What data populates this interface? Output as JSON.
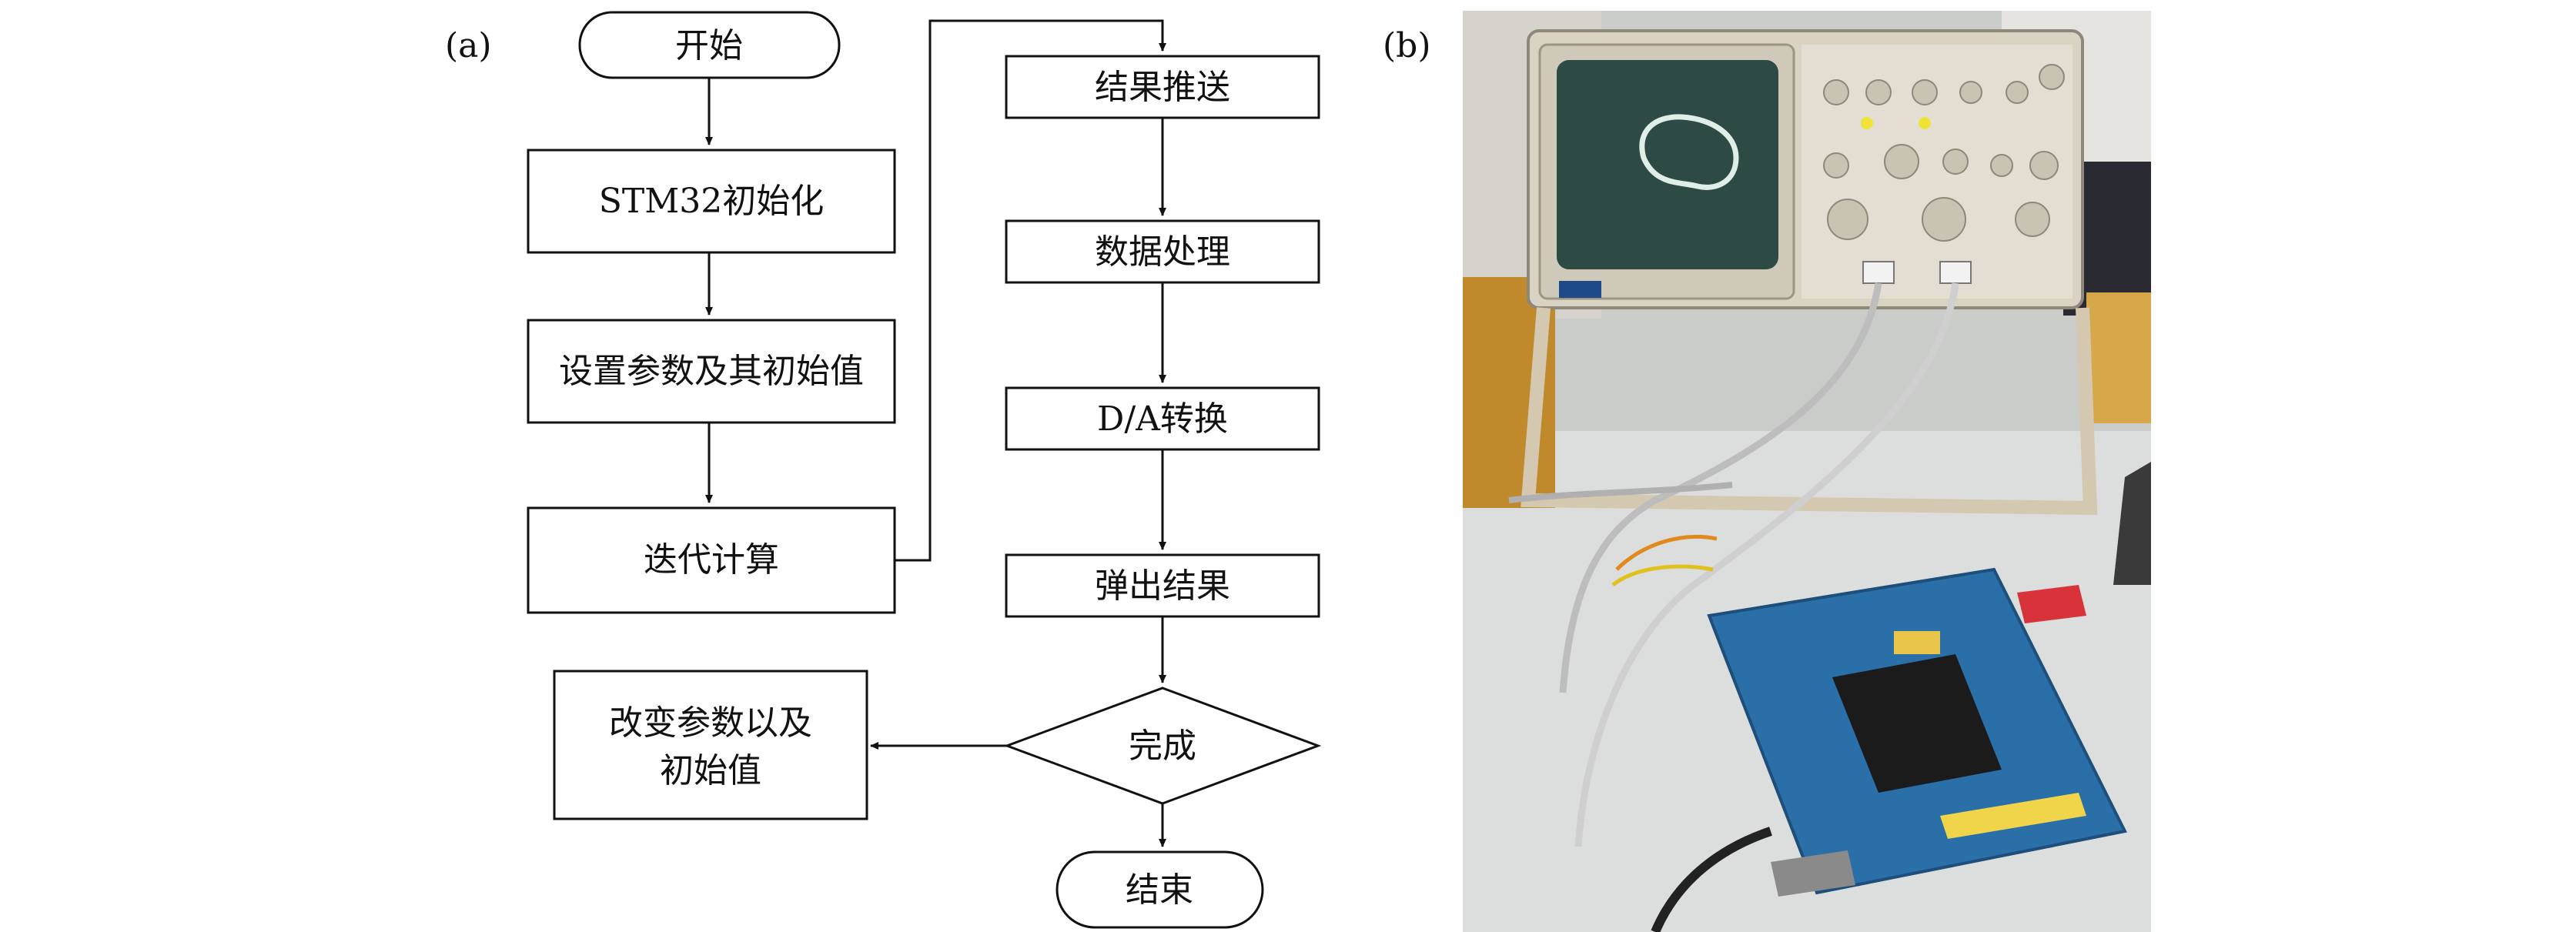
{
  "panels": {
    "a_label": "(a)",
    "b_label": "(b)"
  },
  "flowchart": {
    "start": "开始",
    "stm32_init": "STM32初始化",
    "set_params": "设置参数及其初始值",
    "iterate": "迭代计算",
    "push_result": "结果推送",
    "data_process": "数据处理",
    "da_convert": "D/A转换",
    "popup_result": "弹出结果",
    "done": "完成",
    "change_params_line1": "改变参数以及",
    "change_params_line2": "初始值",
    "end": "结束"
  },
  "photo": {
    "subject": "oscilloscope connected to STM32 development board",
    "screen_trace_color": "#dfeee6",
    "board_color": "#2a6fa8"
  }
}
